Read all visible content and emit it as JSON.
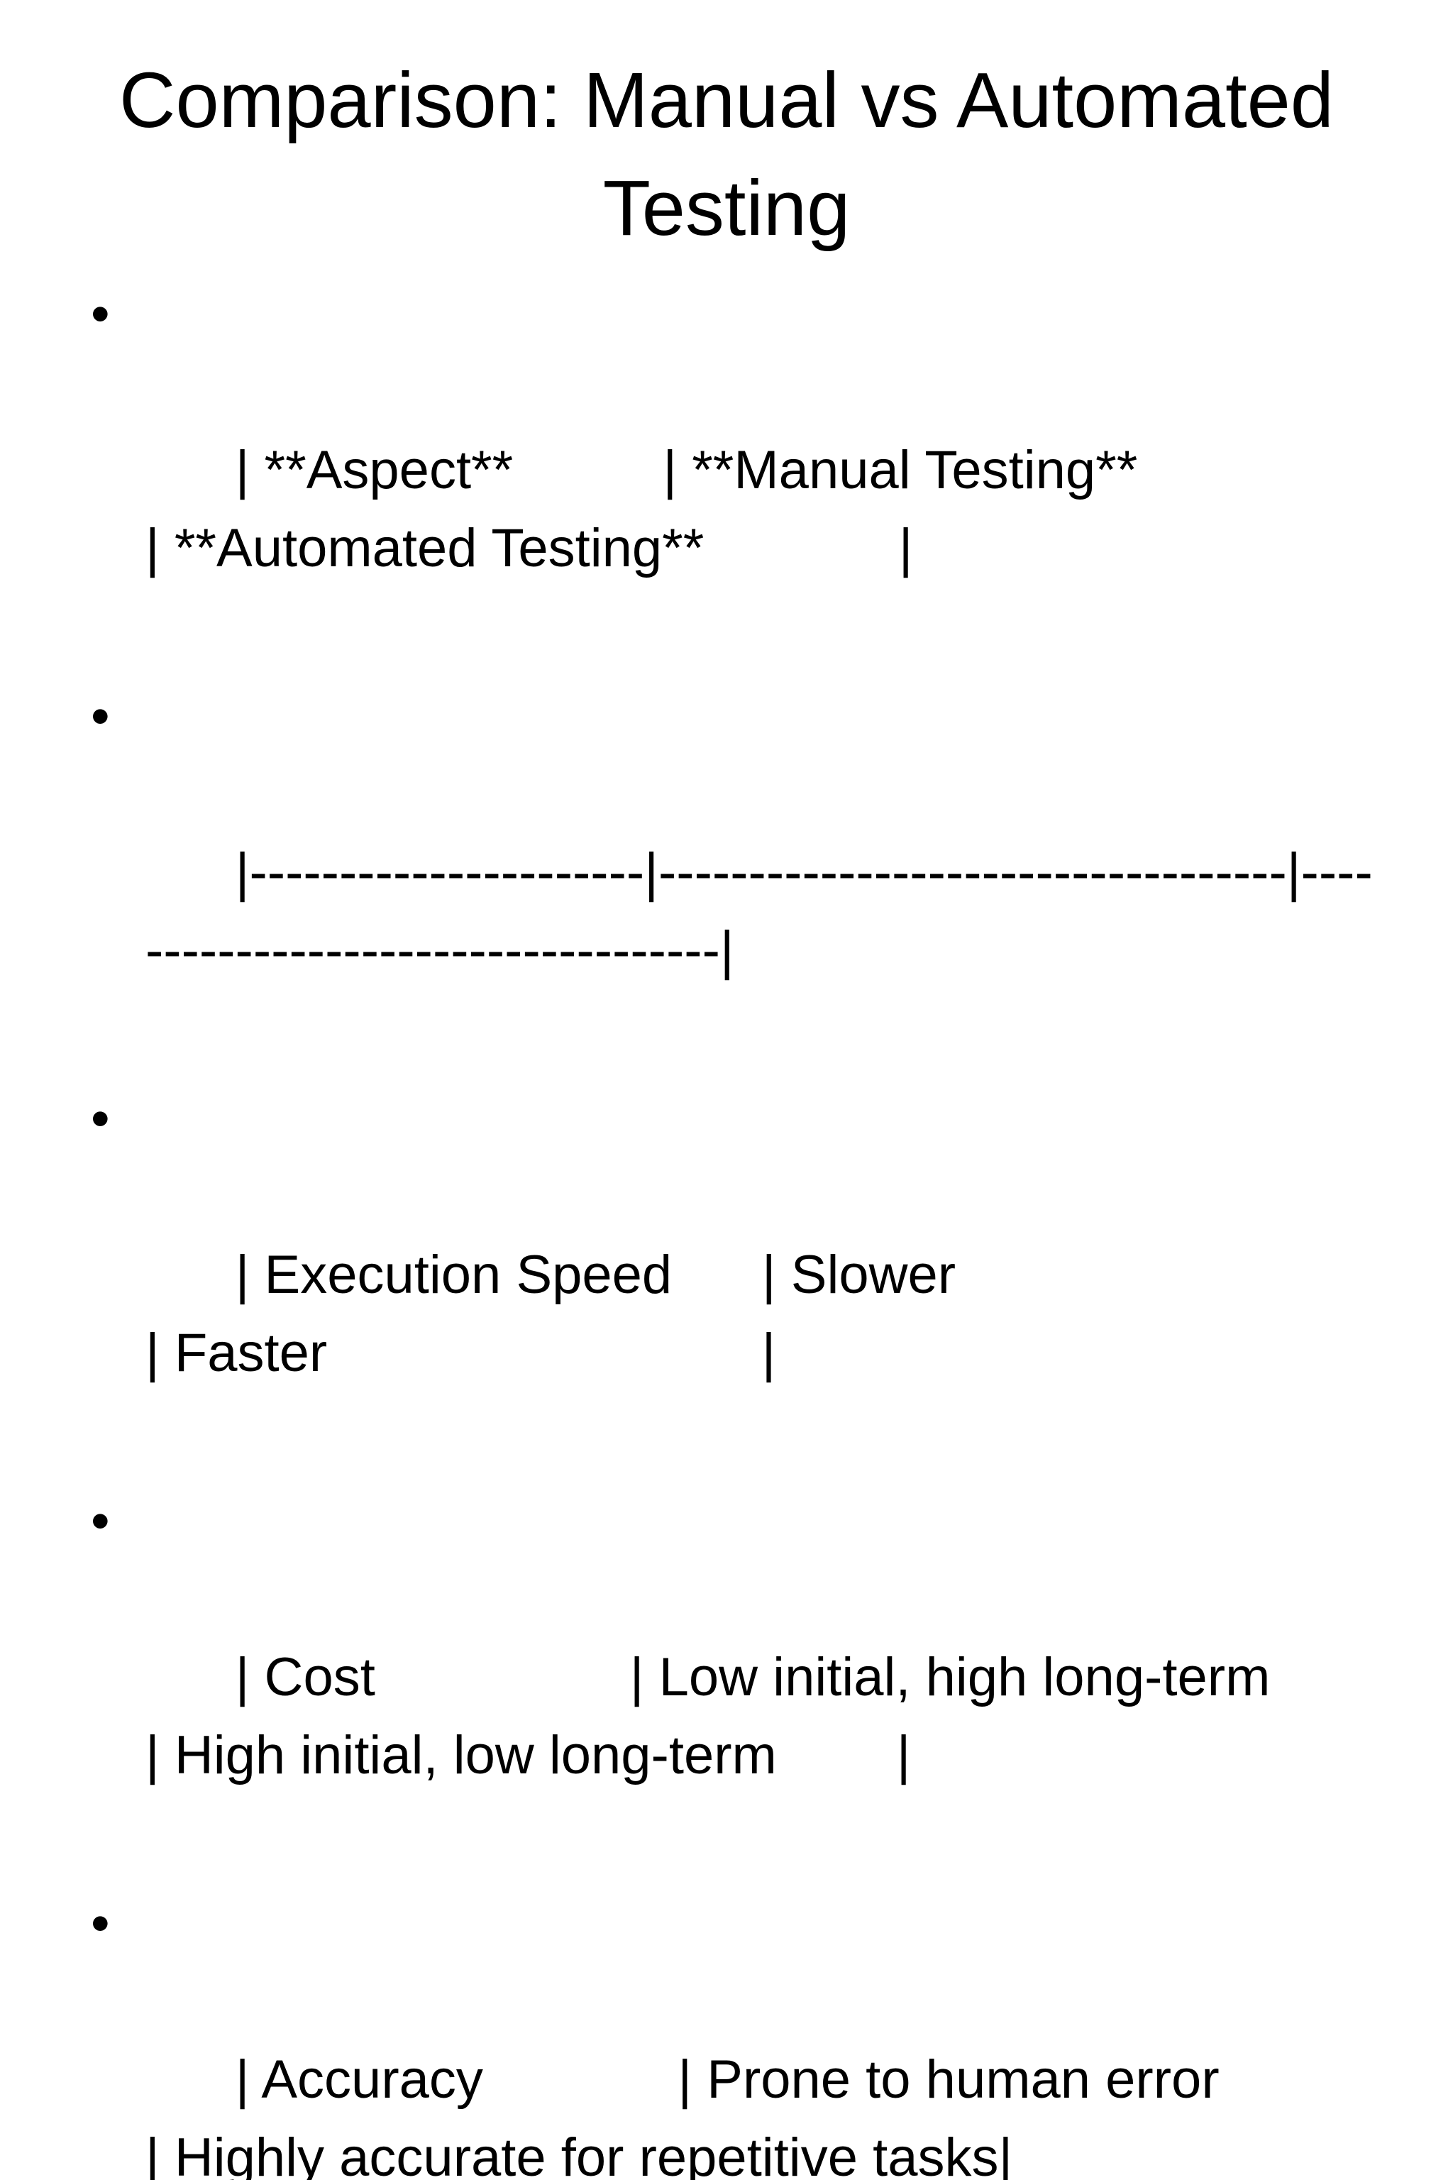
{
  "slide": {
    "title": "Comparison: Manual vs Automated Testing",
    "bullet_glyph": "•",
    "bullets": [
      "| **Aspect**          | **Manual Testing**                | **Automated Testing**             |",
      "|----------------------|-----------------------------------|------------------------------------|",
      "| Execution Speed      | Slower                            | Faster                             |",
      "| Cost                 | Low initial, high long-term       | High initial, low long-term        |",
      "| Accuracy             | Prone to human error              | Highly accurate for repetitive tasks|"
    ]
  }
}
